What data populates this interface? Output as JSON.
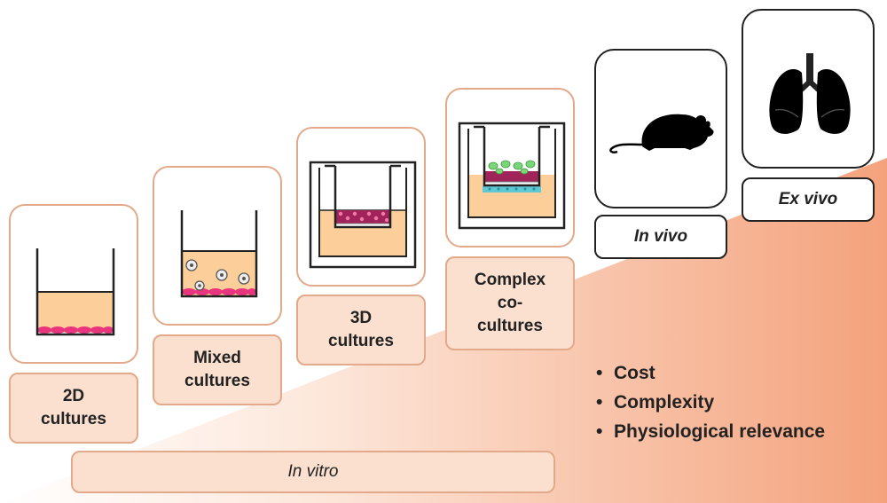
{
  "stages": [
    {
      "id": "2d",
      "label": "2D\ncultures"
    },
    {
      "id": "mixed",
      "label": "Mixed\ncultures"
    },
    {
      "id": "3d",
      "label": "3D\ncultures"
    },
    {
      "id": "complex",
      "label": "Complex\nco-\ncultures"
    },
    {
      "id": "invivo",
      "label": "In vivo"
    },
    {
      "id": "exvivo",
      "label": "Ex vivo"
    }
  ],
  "group_label": "In vitro",
  "bullets": [
    "Cost",
    "Complexity",
    "Physiological relevance"
  ],
  "colors": {
    "card_border": "#e2a98a",
    "label_fill": "#fbe0d0",
    "gradient_light": "#fde8dc",
    "gradient_dark": "#f4a27c",
    "medium": "#fccf9a",
    "cell": "#e8357e",
    "outline": "#222222"
  },
  "icons": [
    "well-2d-icon",
    "well-mixed-icon",
    "transwell-3d-icon",
    "transwell-coculture-icon",
    "mouse-icon",
    "lungs-icon"
  ]
}
